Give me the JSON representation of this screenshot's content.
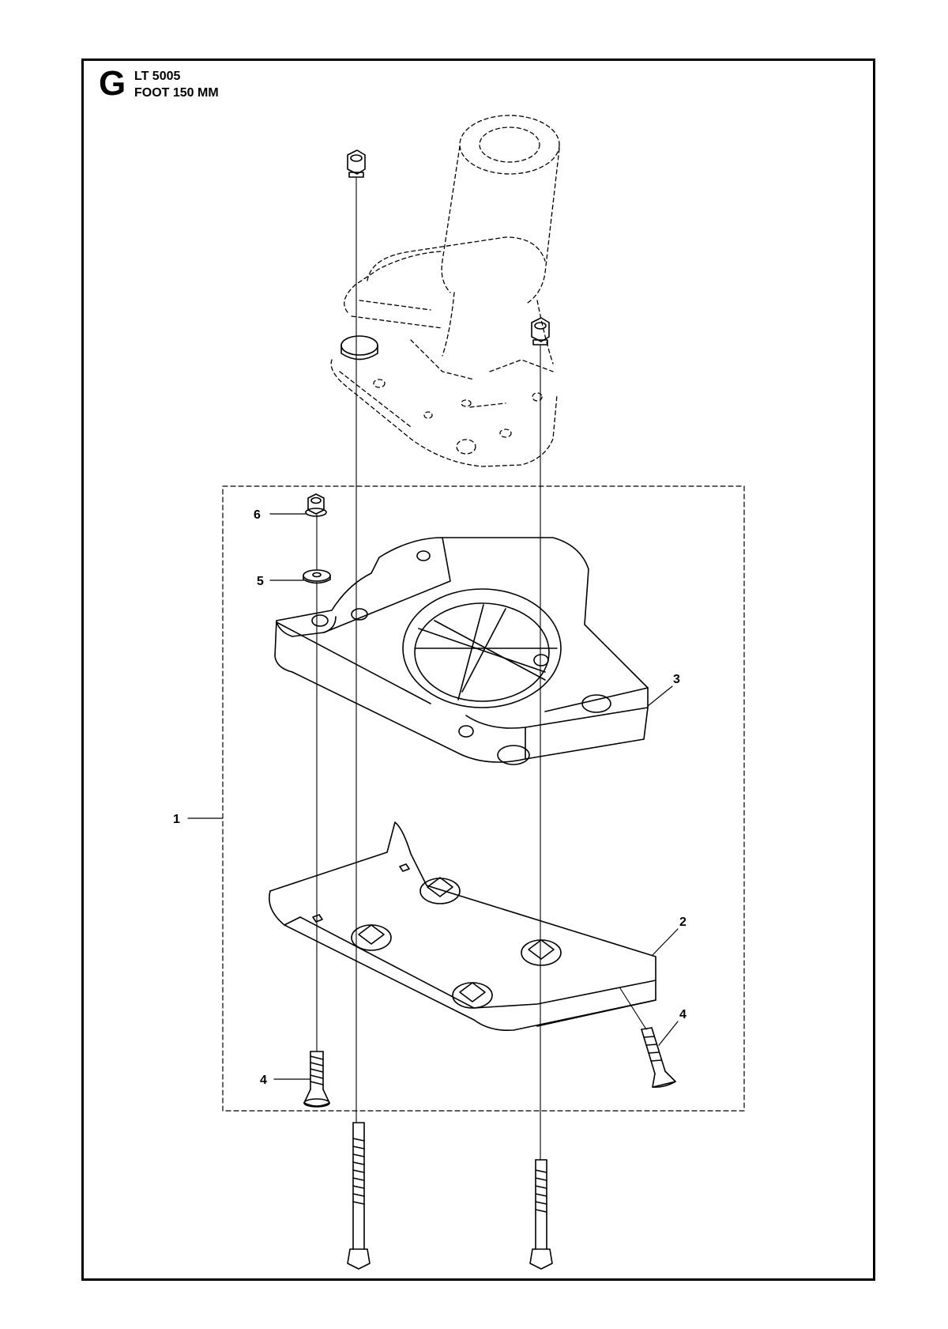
{
  "header": {
    "section_letter": "G",
    "model": "LT 5005",
    "assembly": "FOOT 150 MM"
  },
  "callouts": [
    {
      "id": "1",
      "label": "1"
    },
    {
      "id": "2",
      "label": "2"
    },
    {
      "id": "3",
      "label": "3"
    },
    {
      "id": "4a",
      "label": "4"
    },
    {
      "id": "4b",
      "label": "4"
    },
    {
      "id": "5",
      "label": "5"
    },
    {
      "id": "6",
      "label": "6"
    }
  ],
  "colors": {
    "ink": "#000000",
    "paper": "#ffffff"
  }
}
